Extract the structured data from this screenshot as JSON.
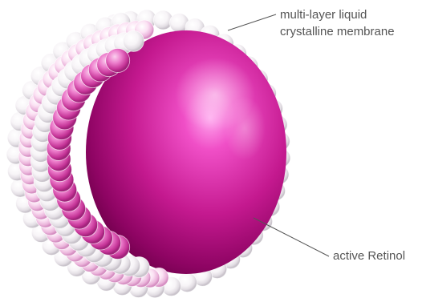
{
  "labels": {
    "membrane": {
      "line1": "multi-layer liquid",
      "line2": "crystalline membrane"
    },
    "retinol": "active Retinol"
  },
  "colors": {
    "core_light": "#ff8ee6",
    "core_mid": "#d01f9a",
    "core_dark": "#6d0046",
    "bead_rim": "#d9d9dc",
    "bead_pink": "#e04fb0",
    "leader_line": "#555555",
    "label_text": "#555555"
  }
}
